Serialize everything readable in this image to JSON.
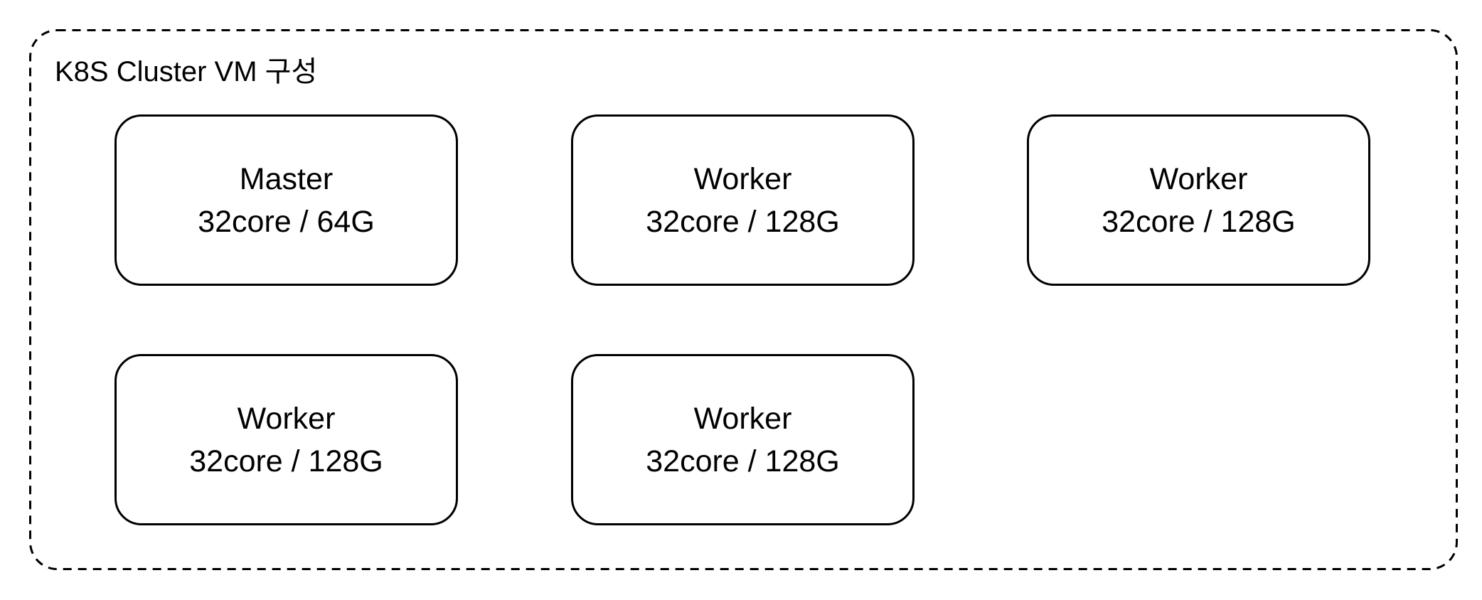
{
  "cluster": {
    "title": "K8S Cluster VM 구성",
    "border_color": "#000000"
  },
  "nodes": [
    {
      "role": "Master",
      "spec": "32core / 64G"
    },
    {
      "role": "Worker",
      "spec": "32core / 128G"
    },
    {
      "role": "Worker",
      "spec": "32core / 128G"
    },
    {
      "role": "Worker",
      "spec": "32core / 128G"
    },
    {
      "role": "Worker",
      "spec": "32core / 128G"
    }
  ]
}
